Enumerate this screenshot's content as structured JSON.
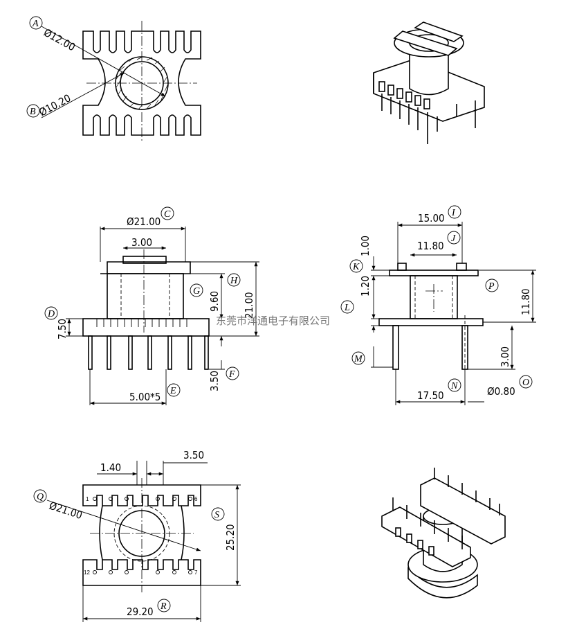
{
  "dims": {
    "A": "Ø12.00",
    "B": "Ø10.20",
    "C": "Ø21.00",
    "D": "7.50",
    "E": "5.00*5",
    "F": "3.50",
    "G": "9.60",
    "H": "21.00",
    "I": "15.00",
    "J": "11.80",
    "K": "1.00",
    "L": "1.20",
    "M": "3.00",
    "N": "17.50",
    "O": "Ø0.80",
    "P": "11.80",
    "Q": "Ø21.00",
    "R": "29.20",
    "S": "25.20",
    "front_inner": "3.00",
    "bottom_left": "1.40",
    "bottom_right": "3.50"
  },
  "labels": {
    "A": "A",
    "B": "B",
    "C": "C",
    "D": "D",
    "E": "E",
    "F": "F",
    "G": "G",
    "H": "H",
    "I": "I",
    "J": "J",
    "K": "K",
    "L": "L",
    "M": "M",
    "N": "N",
    "O": "O",
    "P": "P",
    "Q": "Q",
    "R": "R",
    "S": "S"
  },
  "pins": {
    "p1": "1",
    "p6": "6",
    "p7": "7",
    "p12": "12"
  },
  "watermark": "东莞市洋通电子有限公司",
  "colors": {
    "line": "#000000",
    "watermark": "#777777"
  }
}
